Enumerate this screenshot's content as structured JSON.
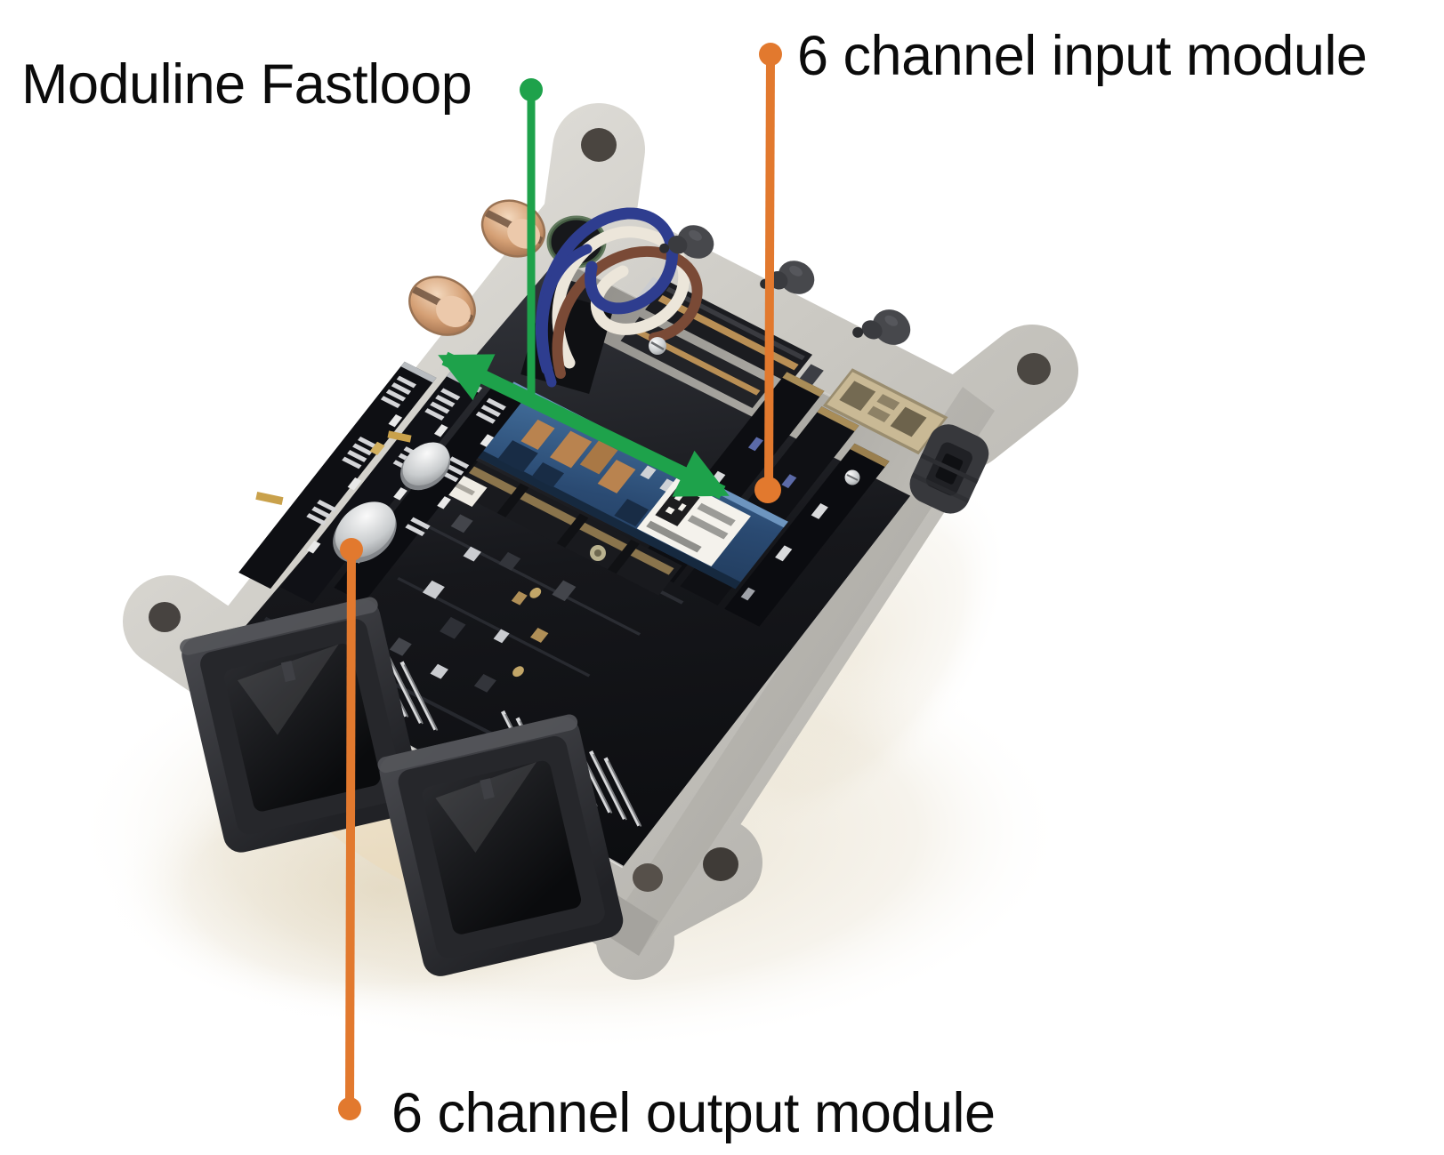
{
  "figure": {
    "background": "#ffffff",
    "callouts": {
      "fastloop": {
        "label": "Moduline Fastloop",
        "color": "#1ea24b",
        "style": "dot-line-double-arrow"
      },
      "input": {
        "label": "6 channel input module",
        "color": "#e2792e",
        "style": "dot-line-dot"
      },
      "output": {
        "label": "6 channel output module",
        "color": "#e2792e",
        "style": "dot-line-dot"
      }
    },
    "photo_palette": {
      "enclosure_metal": "#c9c7c1",
      "pcb_dark": "#17191d",
      "fastloop_board_blue": "#2e5078",
      "label_sticker": "#f4f2ec",
      "copper_connector": "#cf9a72",
      "wire_colors": [
        "#2e3d8f",
        "#7a4a36",
        "#ece6da"
      ]
    }
  }
}
